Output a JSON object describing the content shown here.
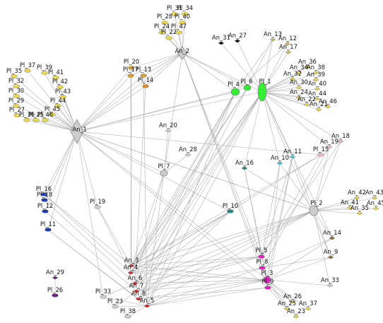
{
  "nodes": [
    {
      "id": "An_1",
      "label": "An_1",
      "color": "#cdcdcd",
      "shape": "diamond"
    },
    {
      "id": "An_2",
      "label": "An_2",
      "color": "#cdcdcd",
      "shape": "diamond"
    },
    {
      "id": "Pl_1",
      "label": "Pl_1",
      "color": "#33ee33",
      "shape": "ellipse"
    },
    {
      "id": "Pl_2",
      "label": "Pl_2",
      "color": "#cdcdcd",
      "shape": "ellipse"
    },
    {
      "id": "Pl_4",
      "label": "Pl_4",
      "color": "#33ee33",
      "shape": "ellipse"
    },
    {
      "id": "Pl_6",
      "label": "Pl_6",
      "color": "#33ee33",
      "shape": "ellipse"
    },
    {
      "id": "Pl_31",
      "label": "Pl_31",
      "color": "#e8d84a",
      "shape": "ellipse"
    },
    {
      "id": "Pl_34",
      "label": "Pl_34",
      "color": "#e8d84a",
      "shape": "ellipse"
    },
    {
      "id": "Pl_28",
      "label": "Pl_28",
      "color": "#e8d84a",
      "shape": "ellipse"
    },
    {
      "id": "Pl_40",
      "label": "Pl_40",
      "color": "#e8d84a",
      "shape": "ellipse"
    },
    {
      "id": "Pl_24",
      "label": "Pl_24",
      "color": "#e8d84a",
      "shape": "ellipse"
    },
    {
      "id": "Pl_47",
      "label": "Pl_47",
      "color": "#e8d84a",
      "shape": "ellipse"
    },
    {
      "id": "Pl_22",
      "label": "Pl_22",
      "color": "#e8d84a",
      "shape": "ellipse"
    },
    {
      "id": "Pl_20",
      "label": "Pl_20",
      "color": "#d4a030",
      "shape": "ellipse"
    },
    {
      "id": "Pl_17",
      "label": "Pl_17",
      "color": "#d4a030",
      "shape": "ellipse"
    },
    {
      "id": "Pl_13",
      "label": "Pl_13",
      "color": "#d4a030",
      "shape": "ellipse"
    },
    {
      "id": "Pl_14",
      "label": "Pl_14",
      "color": "#e08a20",
      "shape": "ellipse"
    },
    {
      "id": "An_31",
      "label": "An_31",
      "color": "#111111",
      "shape": "diamond"
    },
    {
      "id": "An_27",
      "label": "An_27",
      "color": "#111111",
      "shape": "diamond"
    },
    {
      "id": "An_13",
      "label": "An_13",
      "color": "#c8c060",
      "shape": "diamond"
    },
    {
      "id": "An_12",
      "label": "An_12",
      "color": "#c8c060",
      "shape": "diamond"
    },
    {
      "id": "An_17",
      "label": "An_17",
      "color": "#c8c060",
      "shape": "diamond"
    },
    {
      "id": "An_36",
      "label": "An_36",
      "color": "#e8d84a",
      "shape": "diamond"
    },
    {
      "id": "An_34",
      "label": "An_34",
      "color": "#e8d84a",
      "shape": "diamond"
    },
    {
      "id": "An_38",
      "label": "An_38",
      "color": "#e8d84a",
      "shape": "diamond"
    },
    {
      "id": "An_32",
      "label": "An_32",
      "color": "#e8d84a",
      "shape": "diamond"
    },
    {
      "id": "An_39",
      "label": "An_39",
      "color": "#e8d84a",
      "shape": "diamond"
    },
    {
      "id": "An_30",
      "label": "An_30",
      "color": "#e8d84a",
      "shape": "diamond"
    },
    {
      "id": "An_40",
      "label": "An_40",
      "color": "#e8d84a",
      "shape": "diamond"
    },
    {
      "id": "An_24",
      "label": "An_24",
      "color": "#e8d84a",
      "shape": "diamond"
    },
    {
      "id": "An_44",
      "label": "An_44",
      "color": "#e8d84a",
      "shape": "diamond"
    },
    {
      "id": "An_22",
      "label": "An_22",
      "color": "#e8d84a",
      "shape": "diamond"
    },
    {
      "id": "An_46",
      "label": "An_46",
      "color": "#e8d84a",
      "shape": "diamond"
    },
    {
      "id": "An_21",
      "label": "An_21",
      "color": "#e8d84a",
      "shape": "diamond"
    },
    {
      "id": "Pl_37",
      "label": "Pl_37",
      "color": "#e8d84a",
      "shape": "ellipse"
    },
    {
      "id": "Pl_35",
      "label": "Pl_35",
      "color": "#e8d84a",
      "shape": "ellipse"
    },
    {
      "id": "Pl_39",
      "label": "Pl_39",
      "color": "#e8d84a",
      "shape": "ellipse"
    },
    {
      "id": "Pl_41",
      "label": "Pl_41",
      "color": "#e8d84a",
      "shape": "ellipse"
    },
    {
      "id": "Pl_32",
      "label": "Pl_32",
      "color": "#e8d84a",
      "shape": "ellipse"
    },
    {
      "id": "Pl_42",
      "label": "Pl_42",
      "color": "#e8d84a",
      "shape": "ellipse"
    },
    {
      "id": "Pl_30",
      "label": "Pl_30",
      "color": "#e8d84a",
      "shape": "ellipse"
    },
    {
      "id": "Pl_43",
      "label": "Pl_43",
      "color": "#e8d84a",
      "shape": "ellipse"
    },
    {
      "id": "Pl_29",
      "label": "Pl_29",
      "color": "#e8d84a",
      "shape": "ellipse"
    },
    {
      "id": "Pl_44",
      "label": "Pl_44",
      "color": "#e8d84a",
      "shape": "ellipse"
    },
    {
      "id": "Pl_27",
      "label": "Pl_27",
      "color": "#e8d84a",
      "shape": "ellipse"
    },
    {
      "id": "Pl_45",
      "label": "Pl_45",
      "color": "#e8d84a",
      "shape": "ellipse"
    },
    {
      "id": "Pl_36",
      "label": "Pl_36",
      "color": "#e8d84a",
      "shape": "ellipse"
    },
    {
      "id": "Pl_25",
      "label": "Pl_25",
      "color": "#e8d84a",
      "shape": "ellipse"
    },
    {
      "id": "Pl_46",
      "label": "Pl_46",
      "color": "#e8d84a",
      "shape": "ellipse"
    },
    {
      "id": "An_20",
      "label": "An_20",
      "color": "#cdcdcd",
      "shape": "diamond"
    },
    {
      "id": "An_28",
      "label": "An_28",
      "color": "#cdcdcd",
      "shape": "diamond"
    },
    {
      "id": "Pl_7",
      "label": "Pl_7",
      "color": "#cdcdcd",
      "shape": "ellipse"
    },
    {
      "id": "An_16",
      "label": "An_16",
      "color": "#1a8a80",
      "shape": "diamond"
    },
    {
      "id": "An_18",
      "label": "An_18",
      "color": "#e8b8c8",
      "shape": "diamond"
    },
    {
      "id": "An_19",
      "label": "An_19",
      "color": "#e8b8c8",
      "shape": "diamond"
    },
    {
      "id": "Pl_15",
      "label": "Pl_15",
      "color": "#e8b8c8",
      "shape": "ellipse"
    },
    {
      "id": "An_10",
      "label": "An_10",
      "color": "#40c8e0",
      "shape": "diamond"
    },
    {
      "id": "An_11",
      "label": "An_11",
      "color": "#40c8e0",
      "shape": "diamond"
    },
    {
      "id": "Pl_16",
      "label": "Pl_16",
      "color": "#1c3cb0",
      "shape": "ellipse"
    },
    {
      "id": "Pl_18",
      "label": "Pl_18",
      "color": "#1c3cb0",
      "shape": "ellipse"
    },
    {
      "id": "Pl_12",
      "label": "Pl_12",
      "color": "#1c3cb0",
      "shape": "ellipse"
    },
    {
      "id": "Pl_11",
      "label": "Pl_11",
      "color": "#1c3cb0",
      "shape": "ellipse"
    },
    {
      "id": "Pl_19",
      "label": "Pl_19",
      "color": "#cdcdcd",
      "shape": "ellipse"
    },
    {
      "id": "Pl_10",
      "label": "Pl_10",
      "color": "#1a8a80",
      "shape": "ellipse"
    },
    {
      "id": "An_42",
      "label": "An_42",
      "color": "#e8d84a",
      "shape": "diamond"
    },
    {
      "id": "An_43",
      "label": "An_43",
      "color": "#e8d84a",
      "shape": "diamond"
    },
    {
      "id": "An_41",
      "label": "An_41",
      "color": "#e8d84a",
      "shape": "diamond"
    },
    {
      "id": "An_45",
      "label": "An_45",
      "color": "#e8d84a",
      "shape": "diamond"
    },
    {
      "id": "An_35",
      "label": "An_35",
      "color": "#e8d84a",
      "shape": "diamond"
    },
    {
      "id": "An_14",
      "label": "An_14",
      "color": "#8a6a30",
      "shape": "diamond"
    },
    {
      "id": "An_9",
      "label": "An_9",
      "color": "#8a6a30",
      "shape": "diamond"
    },
    {
      "id": "An_3",
      "label": "An_3",
      "color": "#e02020",
      "shape": "diamond"
    },
    {
      "id": "An_4",
      "label": "An_4",
      "color": "#e02020",
      "shape": "diamond"
    },
    {
      "id": "An_6",
      "label": "An_6",
      "color": "#e02020",
      "shape": "diamond"
    },
    {
      "id": "An_7",
      "label": "An_7",
      "color": "#e02020",
      "shape": "diamond"
    },
    {
      "id": "An_8",
      "label": "An_8",
      "color": "#e02020",
      "shape": "diamond"
    },
    {
      "id": "An_5",
      "label": "An_5",
      "color": "#e02020",
      "shape": "diamond"
    },
    {
      "id": "Pl_5",
      "label": "Pl_5",
      "color": "#e020c0",
      "shape": "ellipse"
    },
    {
      "id": "Pl_8",
      "label": "Pl_8",
      "color": "#e020c0",
      "shape": "ellipse"
    },
    {
      "id": "Pl_3",
      "label": "Pl_3",
      "color": "#e020c0",
      "shape": "ellipse"
    },
    {
      "id": "Pl_9",
      "label": "Pl_9",
      "color": "#e020c0",
      "shape": "ellipse"
    },
    {
      "id": "An_33",
      "label": "An_33",
      "color": "#cdcdcd",
      "shape": "diamond"
    },
    {
      "id": "An_26",
      "label": "An_26",
      "color": "#e8d84a",
      "shape": "diamond"
    },
    {
      "id": "An_25",
      "label": "An_25",
      "color": "#e8d84a",
      "shape": "diamond"
    },
    {
      "id": "An_37",
      "label": "An_37",
      "color": "#e8d84a",
      "shape": "diamond"
    },
    {
      "id": "An_23",
      "label": "An_23",
      "color": "#e8d84a",
      "shape": "diamond"
    },
    {
      "id": "An_29",
      "label": "An_29",
      "color": "#6a2080",
      "shape": "diamond"
    },
    {
      "id": "Pl_26",
      "label": "Pl_26",
      "color": "#6a2080",
      "shape": "ellipse"
    },
    {
      "id": "Pl_33",
      "label": "Pl_33",
      "color": "#cdcdcd",
      "shape": "ellipse"
    },
    {
      "id": "Pl_23",
      "label": "Pl_23",
      "color": "#cdcdcd",
      "shape": "ellipse"
    },
    {
      "id": "Pl_38",
      "label": "Pl_38",
      "color": "#cdcdcd",
      "shape": "ellipse"
    }
  ],
  "edges": [
    [
      "An_2",
      "Pl_31"
    ],
    [
      "An_2",
      "Pl_34"
    ],
    [
      "An_2",
      "Pl_28"
    ],
    [
      "An_2",
      "Pl_40"
    ],
    [
      "An_2",
      "Pl_24"
    ],
    [
      "An_2",
      "Pl_47"
    ],
    [
      "An_2",
      "Pl_22"
    ],
    [
      "An_2",
      "Pl_20"
    ],
    [
      "An_2",
      "Pl_17"
    ],
    [
      "An_2",
      "Pl_13"
    ],
    [
      "An_2",
      "Pl_14"
    ],
    [
      "An_2",
      "Pl_4"
    ],
    [
      "An_2",
      "Pl_1"
    ],
    [
      "An_2",
      "Pl_6"
    ],
    [
      "An_2",
      "An_1"
    ],
    [
      "An_2",
      "Pl_7"
    ],
    [
      "An_2",
      "Pl_3"
    ],
    [
      "An_2",
      "Pl_9"
    ],
    [
      "An_2",
      "Pl_5"
    ],
    [
      "An_1",
      "Pl_37"
    ],
    [
      "An_1",
      "Pl_35"
    ],
    [
      "An_1",
      "Pl_39"
    ],
    [
      "An_1",
      "Pl_41"
    ],
    [
      "An_1",
      "Pl_32"
    ],
    [
      "An_1",
      "Pl_42"
    ],
    [
      "An_1",
      "Pl_30"
    ],
    [
      "An_1",
      "Pl_43"
    ],
    [
      "An_1",
      "Pl_29"
    ],
    [
      "An_1",
      "Pl_44"
    ],
    [
      "An_1",
      "Pl_27"
    ],
    [
      "An_1",
      "Pl_45"
    ],
    [
      "An_1",
      "Pl_36"
    ],
    [
      "An_1",
      "Pl_25"
    ],
    [
      "An_1",
      "Pl_46"
    ],
    [
      "An_1",
      "Pl_20"
    ],
    [
      "An_1",
      "Pl_17"
    ],
    [
      "An_1",
      "Pl_13"
    ],
    [
      "An_1",
      "Pl_14"
    ],
    [
      "An_1",
      "Pl_4"
    ],
    [
      "An_1",
      "Pl_1"
    ],
    [
      "An_1",
      "Pl_6"
    ],
    [
      "An_1",
      "Pl_15"
    ],
    [
      "An_1",
      "Pl_16"
    ],
    [
      "An_1",
      "Pl_18"
    ],
    [
      "An_1",
      "Pl_12"
    ],
    [
      "An_1",
      "Pl_11"
    ],
    [
      "An_1",
      "Pl_19"
    ],
    [
      "An_1",
      "Pl_2"
    ],
    [
      "An_1",
      "Pl_3"
    ],
    [
      "An_1",
      "Pl_9"
    ],
    [
      "An_1",
      "Pl_33"
    ],
    [
      "An_1",
      "Pl_7"
    ],
    [
      "An_1",
      "Pl_10"
    ],
    [
      "Pl_1",
      "An_13"
    ],
    [
      "Pl_1",
      "An_12"
    ],
    [
      "Pl_1",
      "An_17"
    ],
    [
      "Pl_1",
      "An_36"
    ],
    [
      "Pl_1",
      "An_34"
    ],
    [
      "Pl_1",
      "An_38"
    ],
    [
      "Pl_1",
      "An_32"
    ],
    [
      "Pl_1",
      "An_39"
    ],
    [
      "Pl_1",
      "An_30"
    ],
    [
      "Pl_1",
      "An_40"
    ],
    [
      "Pl_1",
      "An_24"
    ],
    [
      "Pl_1",
      "An_44"
    ],
    [
      "Pl_1",
      "An_22"
    ],
    [
      "Pl_1",
      "An_46"
    ],
    [
      "Pl_1",
      "An_21"
    ],
    [
      "Pl_1",
      "An_31"
    ],
    [
      "Pl_1",
      "An_27"
    ],
    [
      "Pl_1",
      "An_3"
    ],
    [
      "Pl_1",
      "An_4"
    ],
    [
      "Pl_1",
      "An_6"
    ],
    [
      "Pl_1",
      "An_7"
    ],
    [
      "Pl_1",
      "An_8"
    ],
    [
      "Pl_1",
      "An_5"
    ],
    [
      "Pl_1",
      "An_18"
    ],
    [
      "Pl_1",
      "An_19"
    ],
    [
      "Pl_1",
      "An_10"
    ],
    [
      "Pl_1",
      "An_11"
    ],
    [
      "Pl_1",
      "An_14"
    ],
    [
      "Pl_1",
      "An_9"
    ],
    [
      "Pl_1",
      "An_16"
    ],
    [
      "Pl_4",
      "An_13"
    ],
    [
      "Pl_4",
      "An_12"
    ],
    [
      "Pl_4",
      "An_3"
    ],
    [
      "Pl_4",
      "An_4"
    ],
    [
      "Pl_4",
      "An_6"
    ],
    [
      "Pl_4",
      "An_7"
    ],
    [
      "Pl_4",
      "An_5"
    ],
    [
      "Pl_6",
      "An_13"
    ],
    [
      "Pl_6",
      "An_3"
    ],
    [
      "Pl_6",
      "An_4"
    ],
    [
      "Pl_6",
      "An_8"
    ],
    [
      "Pl_2",
      "An_42"
    ],
    [
      "Pl_2",
      "An_43"
    ],
    [
      "Pl_2",
      "An_41"
    ],
    [
      "Pl_2",
      "An_45"
    ],
    [
      "Pl_2",
      "An_35"
    ],
    [
      "Pl_2",
      "An_14"
    ],
    [
      "Pl_2",
      "An_9"
    ],
    [
      "Pl_2",
      "An_3"
    ],
    [
      "Pl_2",
      "An_4"
    ],
    [
      "Pl_2",
      "An_6"
    ],
    [
      "Pl_2",
      "An_7"
    ],
    [
      "Pl_2",
      "An_8"
    ],
    [
      "Pl_2",
      "An_5"
    ],
    [
      "Pl_2",
      "An_33"
    ],
    [
      "Pl_2",
      "An_18"
    ],
    [
      "Pl_2",
      "An_19"
    ],
    [
      "Pl_2",
      "An_10"
    ],
    [
      "Pl_2",
      "An_11"
    ],
    [
      "Pl_2",
      "An_16"
    ],
    [
      "Pl_2",
      "An_1"
    ],
    [
      "Pl_7",
      "An_20"
    ],
    [
      "Pl_7",
      "An_28"
    ],
    [
      "Pl_7",
      "An_3"
    ],
    [
      "Pl_7",
      "An_5"
    ],
    [
      "Pl_7",
      "An_6"
    ],
    [
      "Pl_10",
      "An_3"
    ],
    [
      "Pl_10",
      "An_4"
    ],
    [
      "Pl_10",
      "An_6"
    ],
    [
      "Pl_10",
      "An_8"
    ],
    [
      "Pl_19",
      "An_3"
    ],
    [
      "Pl_19",
      "An_4"
    ],
    [
      "Pl_16",
      "An_3"
    ],
    [
      "Pl_16",
      "An_4"
    ],
    [
      "Pl_18",
      "An_6"
    ],
    [
      "Pl_12",
      "An_7"
    ],
    [
      "Pl_11",
      "An_8"
    ],
    [
      "Pl_11",
      "An_5"
    ],
    [
      "Pl_3",
      "An_26"
    ],
    [
      "Pl_3",
      "An_25"
    ],
    [
      "Pl_3",
      "An_37"
    ],
    [
      "Pl_3",
      "An_23"
    ],
    [
      "Pl_3",
      "An_33"
    ],
    [
      "Pl_3",
      "An_14"
    ],
    [
      "Pl_3",
      "An_9"
    ],
    [
      "Pl_3",
      "An_3"
    ],
    [
      "Pl_3",
      "An_4"
    ],
    [
      "Pl_3",
      "An_6"
    ],
    [
      "Pl_3",
      "An_7"
    ],
    [
      "Pl_3",
      "An_8"
    ],
    [
      "Pl_3",
      "An_5"
    ],
    [
      "Pl_3",
      "An_16"
    ],
    [
      "Pl_3",
      "An_10"
    ],
    [
      "Pl_5",
      "An_3"
    ],
    [
      "Pl_5",
      "An_4"
    ],
    [
      "Pl_5",
      "An_6"
    ],
    [
      "Pl_5",
      "An_7"
    ],
    [
      "Pl_5",
      "An_11"
    ],
    [
      "Pl_5",
      "An_10"
    ],
    [
      "Pl_8",
      "An_7"
    ],
    [
      "Pl_8",
      "An_5"
    ],
    [
      "Pl_8",
      "An_9"
    ],
    [
      "Pl_8",
      "An_14"
    ],
    [
      "Pl_9",
      "An_26"
    ],
    [
      "Pl_9",
      "An_25"
    ],
    [
      "Pl_9",
      "An_5"
    ],
    [
      "Pl_9",
      "An_8"
    ],
    [
      "Pl_9",
      "An_11"
    ],
    [
      "Pl_15",
      "An_3"
    ],
    [
      "Pl_15",
      "An_4"
    ],
    [
      "Pl_15",
      "Pl_5"
    ],
    [
      "Pl_33",
      "An_5"
    ],
    [
      "Pl_23",
      "An_5"
    ],
    [
      "Pl_38",
      "An_5"
    ],
    [
      "Pl_33",
      "An_6"
    ],
    [
      "Pl_23",
      "An_7"
    ],
    [
      "Pl_26",
      "An_29"
    ],
    [
      "Pl_20",
      "An_4"
    ],
    [
      "Pl_17",
      "An_3"
    ],
    [
      "Pl_13",
      "An_5"
    ],
    [
      "Pl_14",
      "An_6"
    ],
    [
      "An_16",
      "Pl_9"
    ],
    [
      "An_11",
      "Pl_3"
    ],
    [
      "An_19",
      "Pl_8"
    ],
    [
      "An_18",
      "Pl_5"
    ]
  ]
}
